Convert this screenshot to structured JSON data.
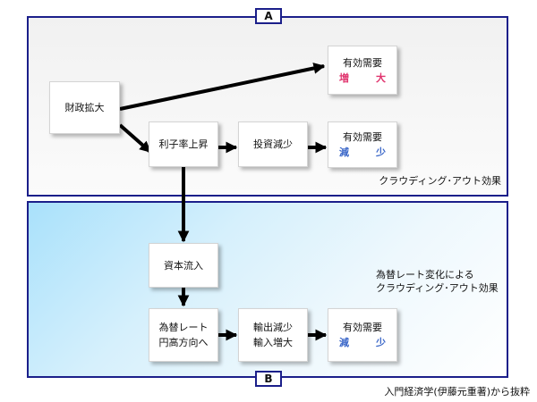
{
  "panels": {
    "a_label": "A",
    "b_label": "B"
  },
  "boxes": {
    "fiscal_expansion": "財政拡大",
    "demand_increase_title": "有効需要",
    "demand_increase_left": "増",
    "demand_increase_right": "大",
    "interest_rate_rise": "利子率上昇",
    "investment_decrease": "投資減少",
    "demand_decrease_a_title": "有効需要",
    "demand_decrease_a_left": "減",
    "demand_decrease_a_right": "少",
    "capital_inflow": "資本流入",
    "exchange_rate_line1": "為替レート",
    "exchange_rate_line2": "円高方向へ",
    "trade_line1": "輸出減少",
    "trade_line2": "輸入増大",
    "demand_decrease_b_title": "有効需要",
    "demand_decrease_b_left": "減",
    "demand_decrease_b_right": "少"
  },
  "notes": {
    "crowding_out_a": "クラウディング･アウト効果",
    "crowding_out_b_line1": "為替レート変化による",
    "crowding_out_b_line2": "クラウディング･アウト効果",
    "source": "入門経済学(伊藤元重著)から抜粋"
  },
  "colors": {
    "frame": "#1b1f8a",
    "increase": "#e0336d",
    "decrease": "#3a66c8",
    "arrow": "#000000"
  }
}
